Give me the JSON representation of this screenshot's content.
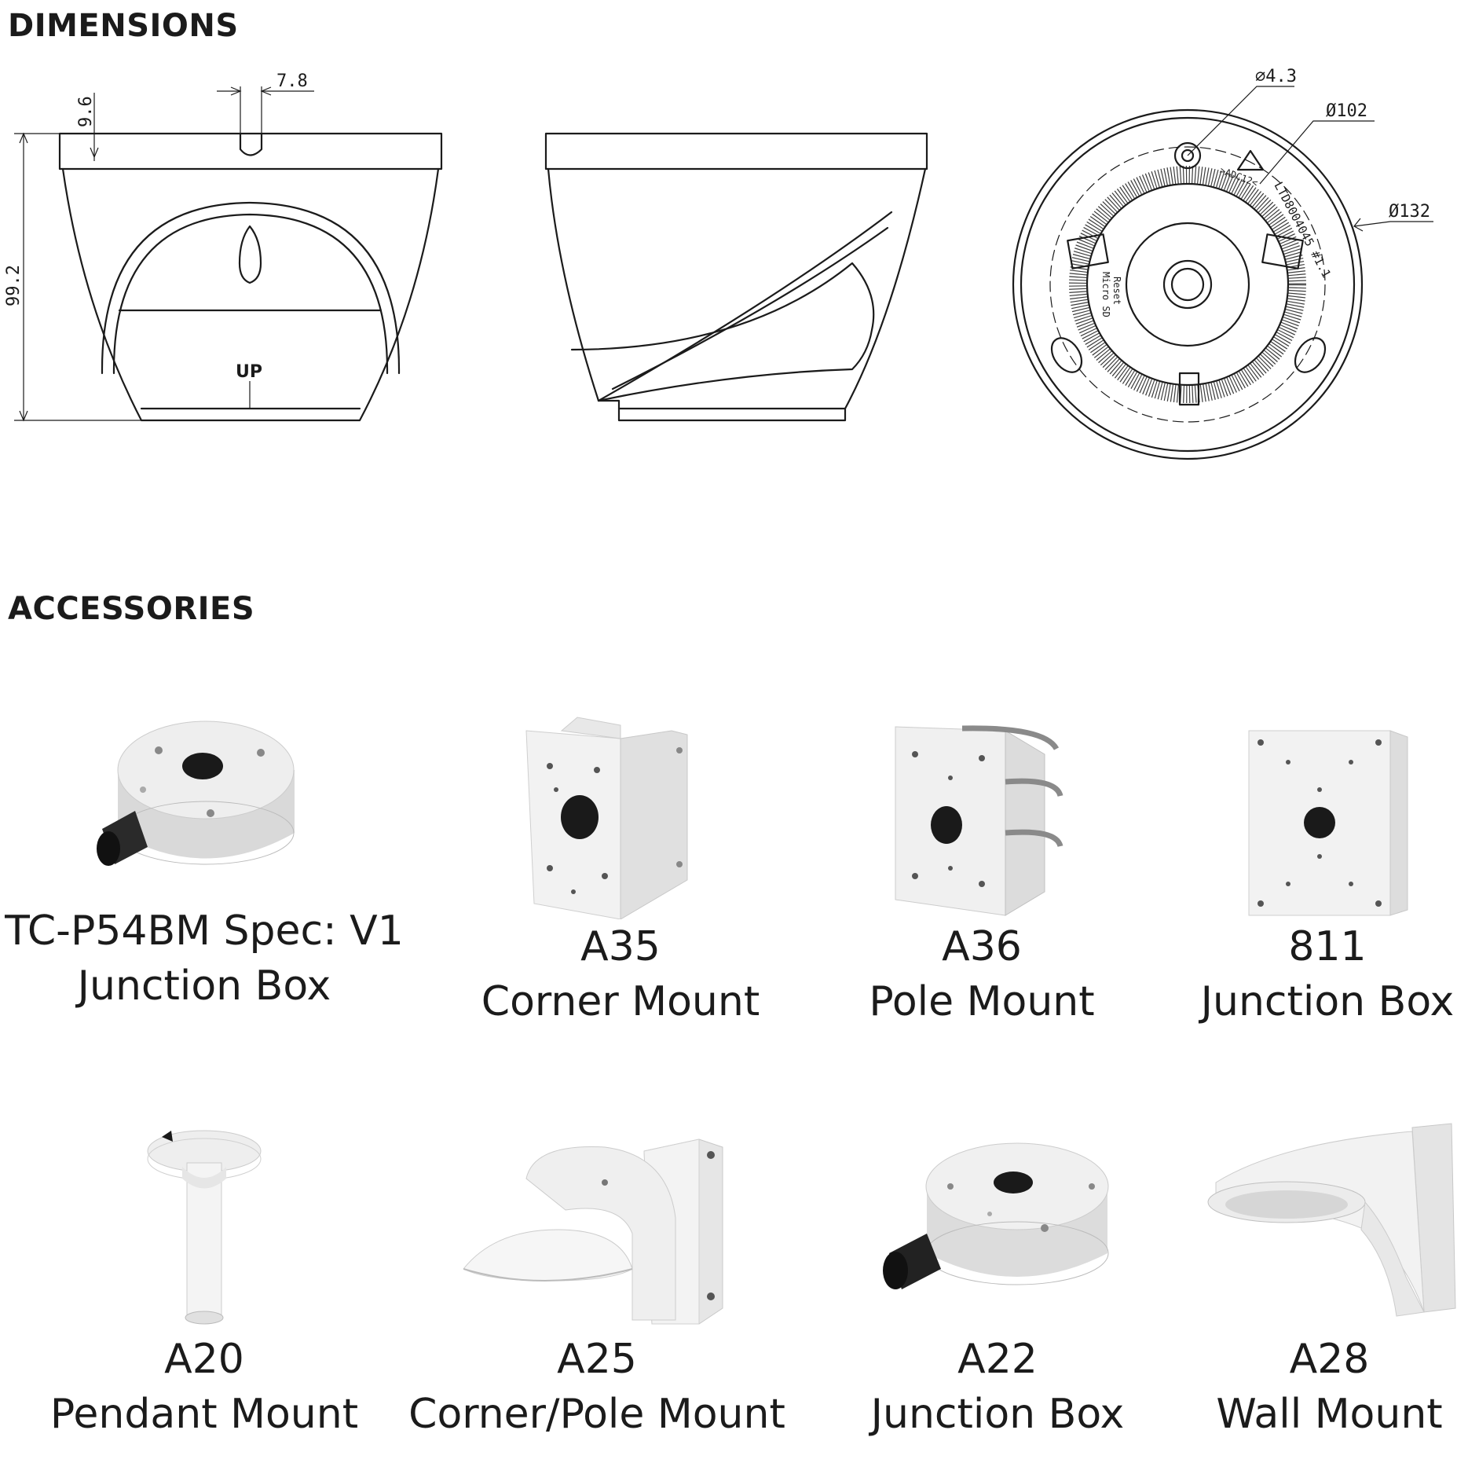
{
  "sections": {
    "dimensions_title": "DIMENSIONS",
    "accessories_title": "ACCESSORIES"
  },
  "dimensions": {
    "front": {
      "width_label": "7.8",
      "top_label": "9.6",
      "height_label": "99.2",
      "logo": "UP"
    },
    "bottom": {
      "hole_label": "⌀4.3",
      "inner_label": "Ø102",
      "outer_label": "Ø132",
      "ring_text": "LTD8004045 #1.1",
      "arrow_text": ">ADC12<",
      "reset_text": "Reset",
      "sd_text": "Micro SD"
    }
  },
  "accessories": [
    {
      "model": "TC-P54BM Spec: V1",
      "name": "Junction Box",
      "icon": "junction-box-round-icon"
    },
    {
      "model": "A35",
      "name": "Corner Mount",
      "icon": "corner-mount-icon"
    },
    {
      "model": "A36",
      "name": "Pole Mount",
      "icon": "pole-mount-icon"
    },
    {
      "model": "811",
      "name": "Junction Box",
      "icon": "square-junction-box-icon"
    },
    {
      "model": "A20",
      "name": "Pendant Mount",
      "icon": "pendant-mount-icon"
    },
    {
      "model": "A25",
      "name": "Corner/Pole Mount",
      "icon": "corner-pole-mount-icon"
    },
    {
      "model": "A22",
      "name": "Junction Box",
      "icon": "junction-box-round-icon"
    },
    {
      "model": "A28",
      "name": "Wall Mount",
      "icon": "wall-mount-icon"
    }
  ],
  "colors": {
    "ink": "#1b1b1b",
    "product_white": "#f2f2f2",
    "product_shade": "#cfcfcf",
    "hole": "#1a1a1a"
  }
}
